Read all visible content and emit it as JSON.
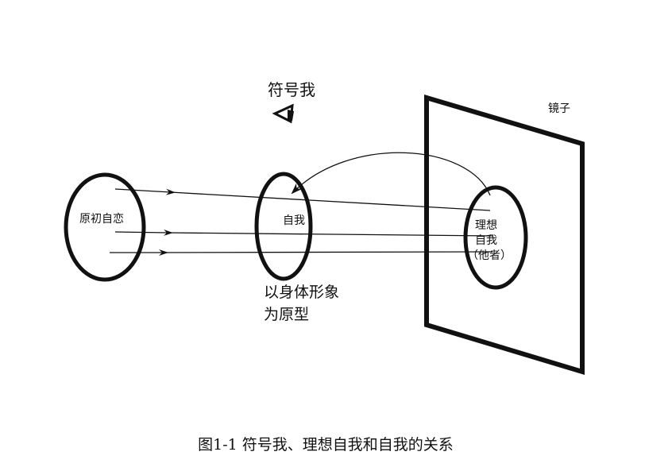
{
  "labels": {
    "symbolic_self": "符号我",
    "primary_narcissism": "原初自恋",
    "ego": "自我",
    "ideal_ego_line1": "理想",
    "ideal_ego_line2": "自我",
    "ideal_ego_line3": "（他者）",
    "mirror": "镜子",
    "body_image_line1": "以身体形象",
    "body_image_line2": "为原型"
  },
  "caption": "图1-1 符号我、理想自我和自我的关系"
}
